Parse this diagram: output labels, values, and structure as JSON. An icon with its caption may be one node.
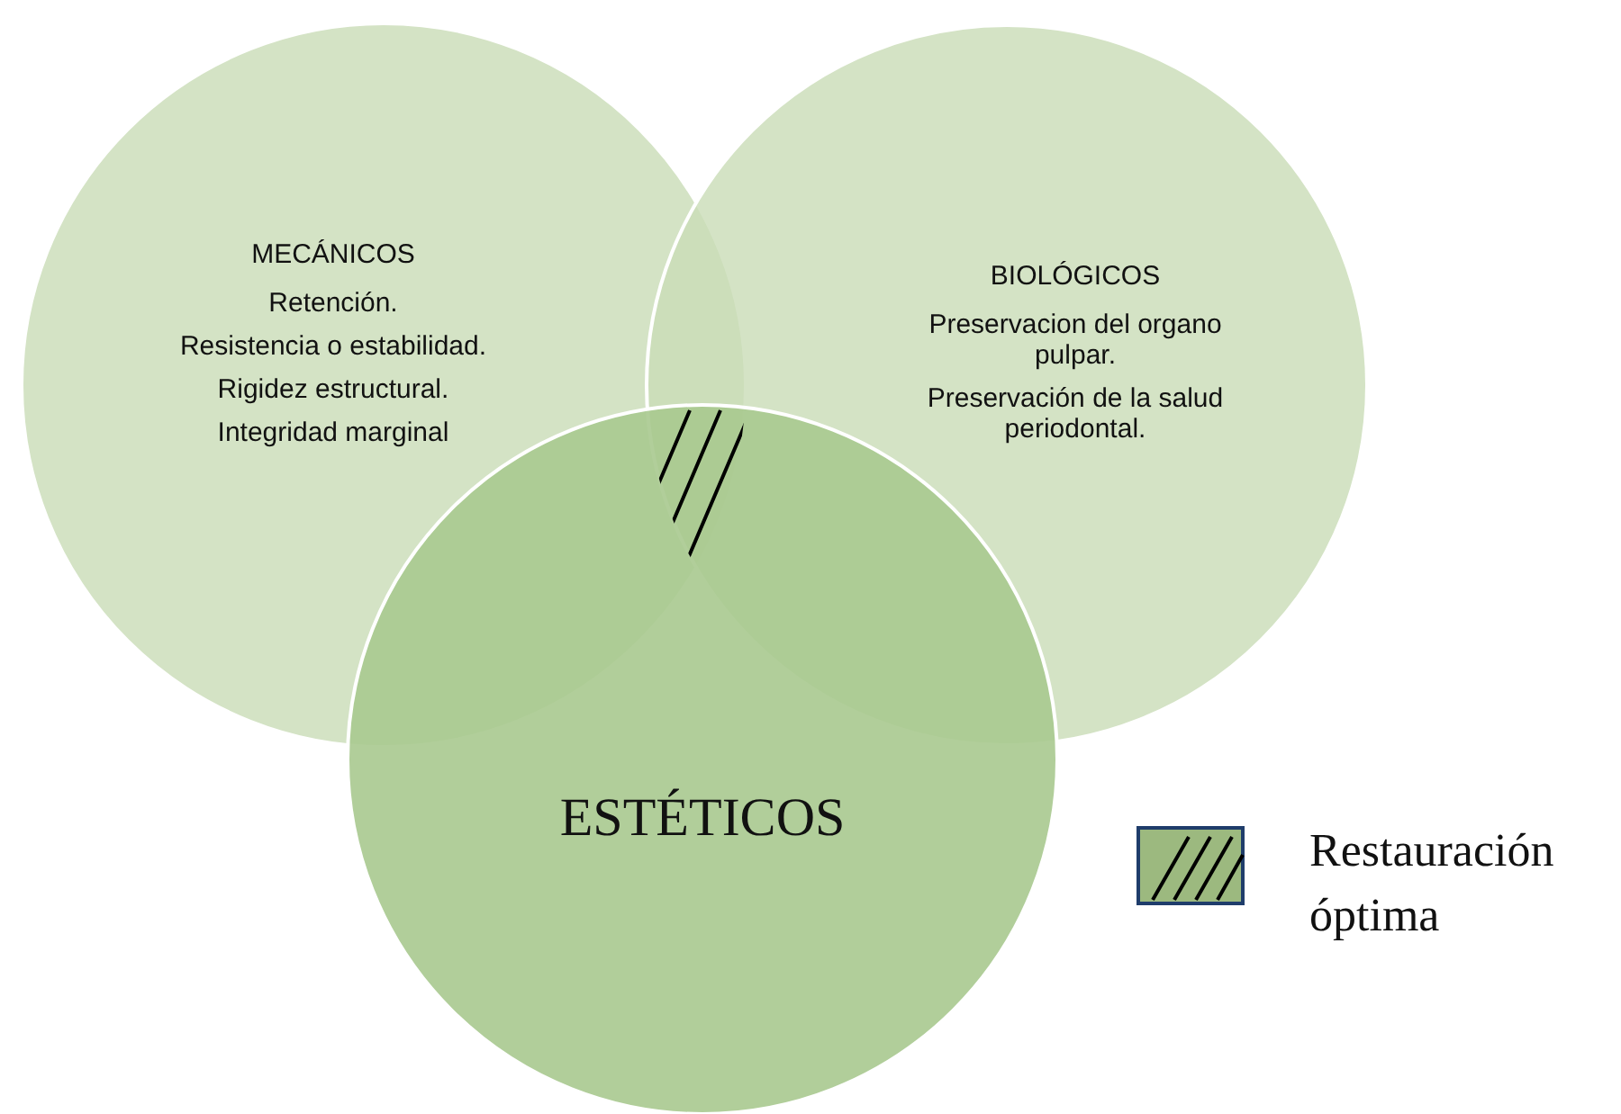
{
  "diagram": {
    "nodes": [
      {
        "text": [
          "MECÁNICOS",
          "Retención.",
          "Resistencia o estabilidad.",
          "Rigidez estructural.",
          "Integridad marginal"
        ]
      },
      {
        "text": [
          "BIOLÓGICOS",
          "Preservacion del organo pulpar.",
          "Preservación de la salud periodontal."
        ]
      },
      {
        "text": [
          "ESTÉTICOS"
        ]
      }
    ],
    "edges": [],
    "legend": [
      {
        "text": "Restauración óptima"
      }
    ]
  }
}
